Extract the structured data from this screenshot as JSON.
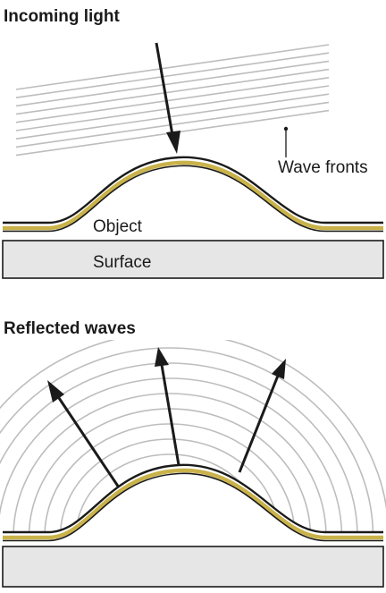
{
  "panels": {
    "incoming": {
      "heading": "Incoming light",
      "annotation": "Wave fronts",
      "object_label": "Object",
      "surface_label": "Surface"
    },
    "reflected": {
      "heading": "Reflected waves"
    }
  },
  "colors": {
    "ink": "#1a1a1a",
    "coating": "#c9b24a",
    "surface_fill": "#e6e6e6",
    "wave_gray": "#bdbdbd",
    "background": "#ffffff"
  },
  "counts": {
    "incoming_wave_fronts": 9,
    "reflected_wave_arcs": 9,
    "reflected_arrows": 3
  }
}
